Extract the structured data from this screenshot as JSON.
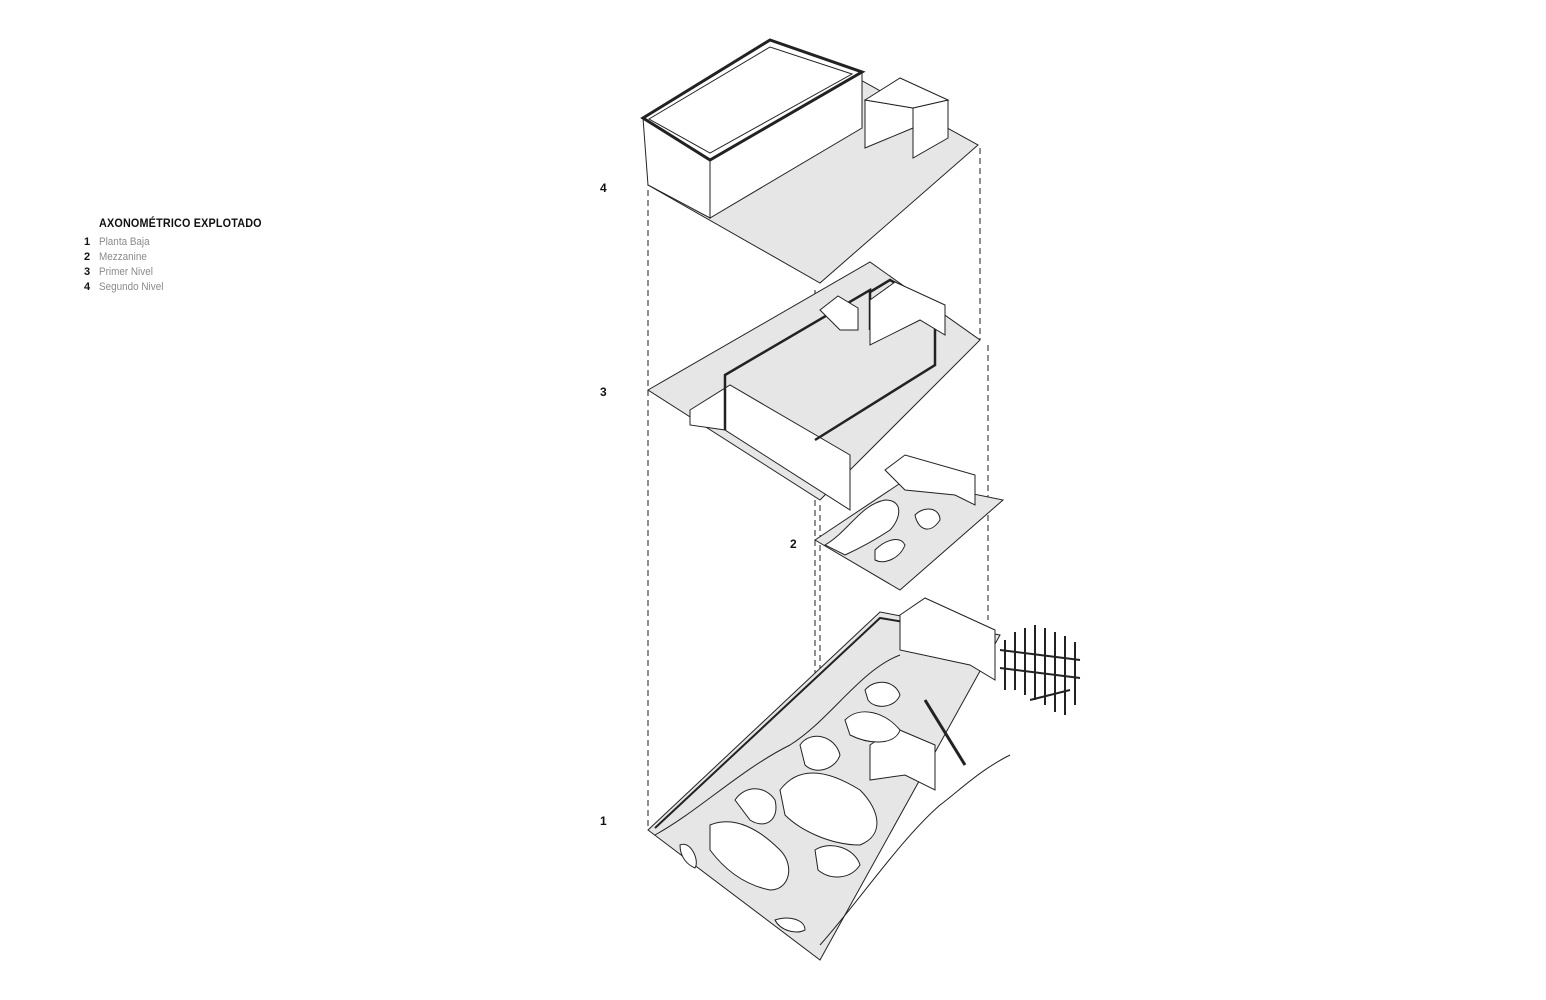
{
  "legend": {
    "title": "AXONOMÉTRICO EXPLOTADO",
    "items": [
      {
        "num": "1",
        "label": "Planta Baja"
      },
      {
        "num": "2",
        "label": "Mezzanine"
      },
      {
        "num": "3",
        "label": "Primer Nivel"
      },
      {
        "num": "4",
        "label": "Segundo Nivel"
      }
    ]
  },
  "level_markers": [
    "4",
    "3",
    "2",
    "1"
  ],
  "colors": {
    "plate": "#e6e6e6",
    "line": "#222222",
    "text_muted": "#8a8a8a"
  }
}
